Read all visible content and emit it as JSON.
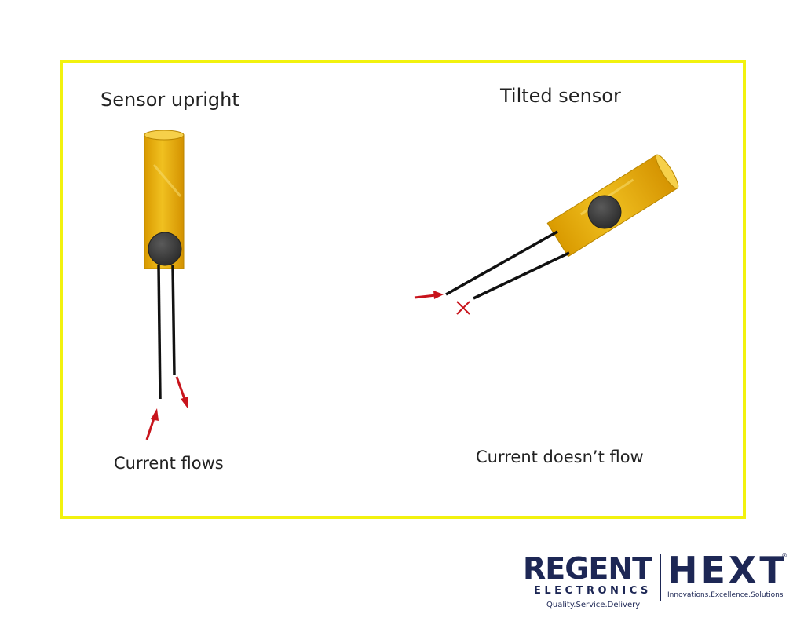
{
  "panels": {
    "left": {
      "title": "Sensor upright",
      "caption": "Current flows"
    },
    "right": {
      "title": "Tilted sensor",
      "caption": "Current doesn’t flow"
    }
  },
  "colors": {
    "border": "#f2f20e",
    "body": "#e8b208",
    "ball": "#3a3a3a",
    "arrow": "#c8141c",
    "lead": "#111111"
  },
  "icons": [
    "current-arrow-icon",
    "no-current-x-icon"
  ],
  "logo": {
    "brand1": "REGENT",
    "brand1_sub": "ELECTRONICS",
    "brand1_tagline": "Quality.Service.Delivery",
    "brand2": "HEXT",
    "brand2_tagline": "Innovations.Excellence.Solutions",
    "registered": "®"
  }
}
